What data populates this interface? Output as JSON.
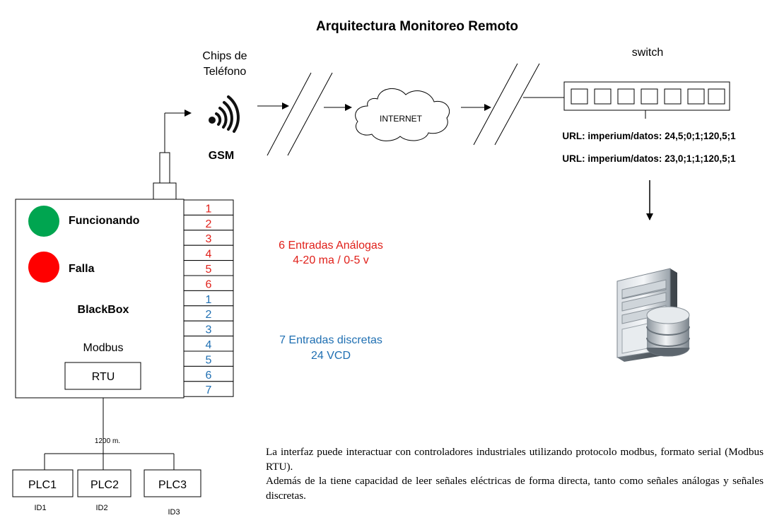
{
  "title": "Arquitectura Monitoreo Remoto",
  "chips": {
    "line1": "Chips de",
    "line2": "Teléfono",
    "gsm": "GSM",
    "icon": "wireless-signal-icon"
  },
  "internet_label": "INTERNET",
  "switch": {
    "label": "switch",
    "ports": 7
  },
  "urls": [
    "URL: imperium/datos: 24,5;0;1;120,5;1",
    "URL: imperium/datos: 23,0;1;1;120,5;1"
  ],
  "server": {
    "icon": "database-server-icon"
  },
  "blackbox": {
    "status_ok": "Funcionando",
    "status_fail": "Falla",
    "name": "BlackBox",
    "protocol": "Modbus",
    "rtu": "RTU",
    "ok_color": "#00a550",
    "fail_color": "#ff0000"
  },
  "inputs_analog": {
    "numbers": [
      "1",
      "2",
      "3",
      "4",
      "5",
      "6"
    ],
    "color": "#e0201a",
    "line1": "6 Entradas Análogas",
    "line2": "4-20 ma / 0-5 v"
  },
  "inputs_discrete": {
    "numbers": [
      "1",
      "2",
      "3",
      "4",
      "5",
      "6",
      "7"
    ],
    "color": "#1f6fb2",
    "line1": "7 Entradas discretas",
    "line2": "24 VCD"
  },
  "bus_distance": "1200 m.",
  "plcs": [
    {
      "label": "PLC1",
      "id": "ID1"
    },
    {
      "label": "PLC2",
      "id": "ID2"
    },
    {
      "label": "PLC3",
      "id": "ID3"
    }
  ],
  "description": {
    "p1": "La interfaz puede interactuar con  controladores industriales utilizando protocolo modbus, formato serial  (Modbus RTU).",
    "p2": "Además de la tiene capacidad de leer señales eléctricas de forma directa, tanto como señales análogas y señales discretas."
  }
}
